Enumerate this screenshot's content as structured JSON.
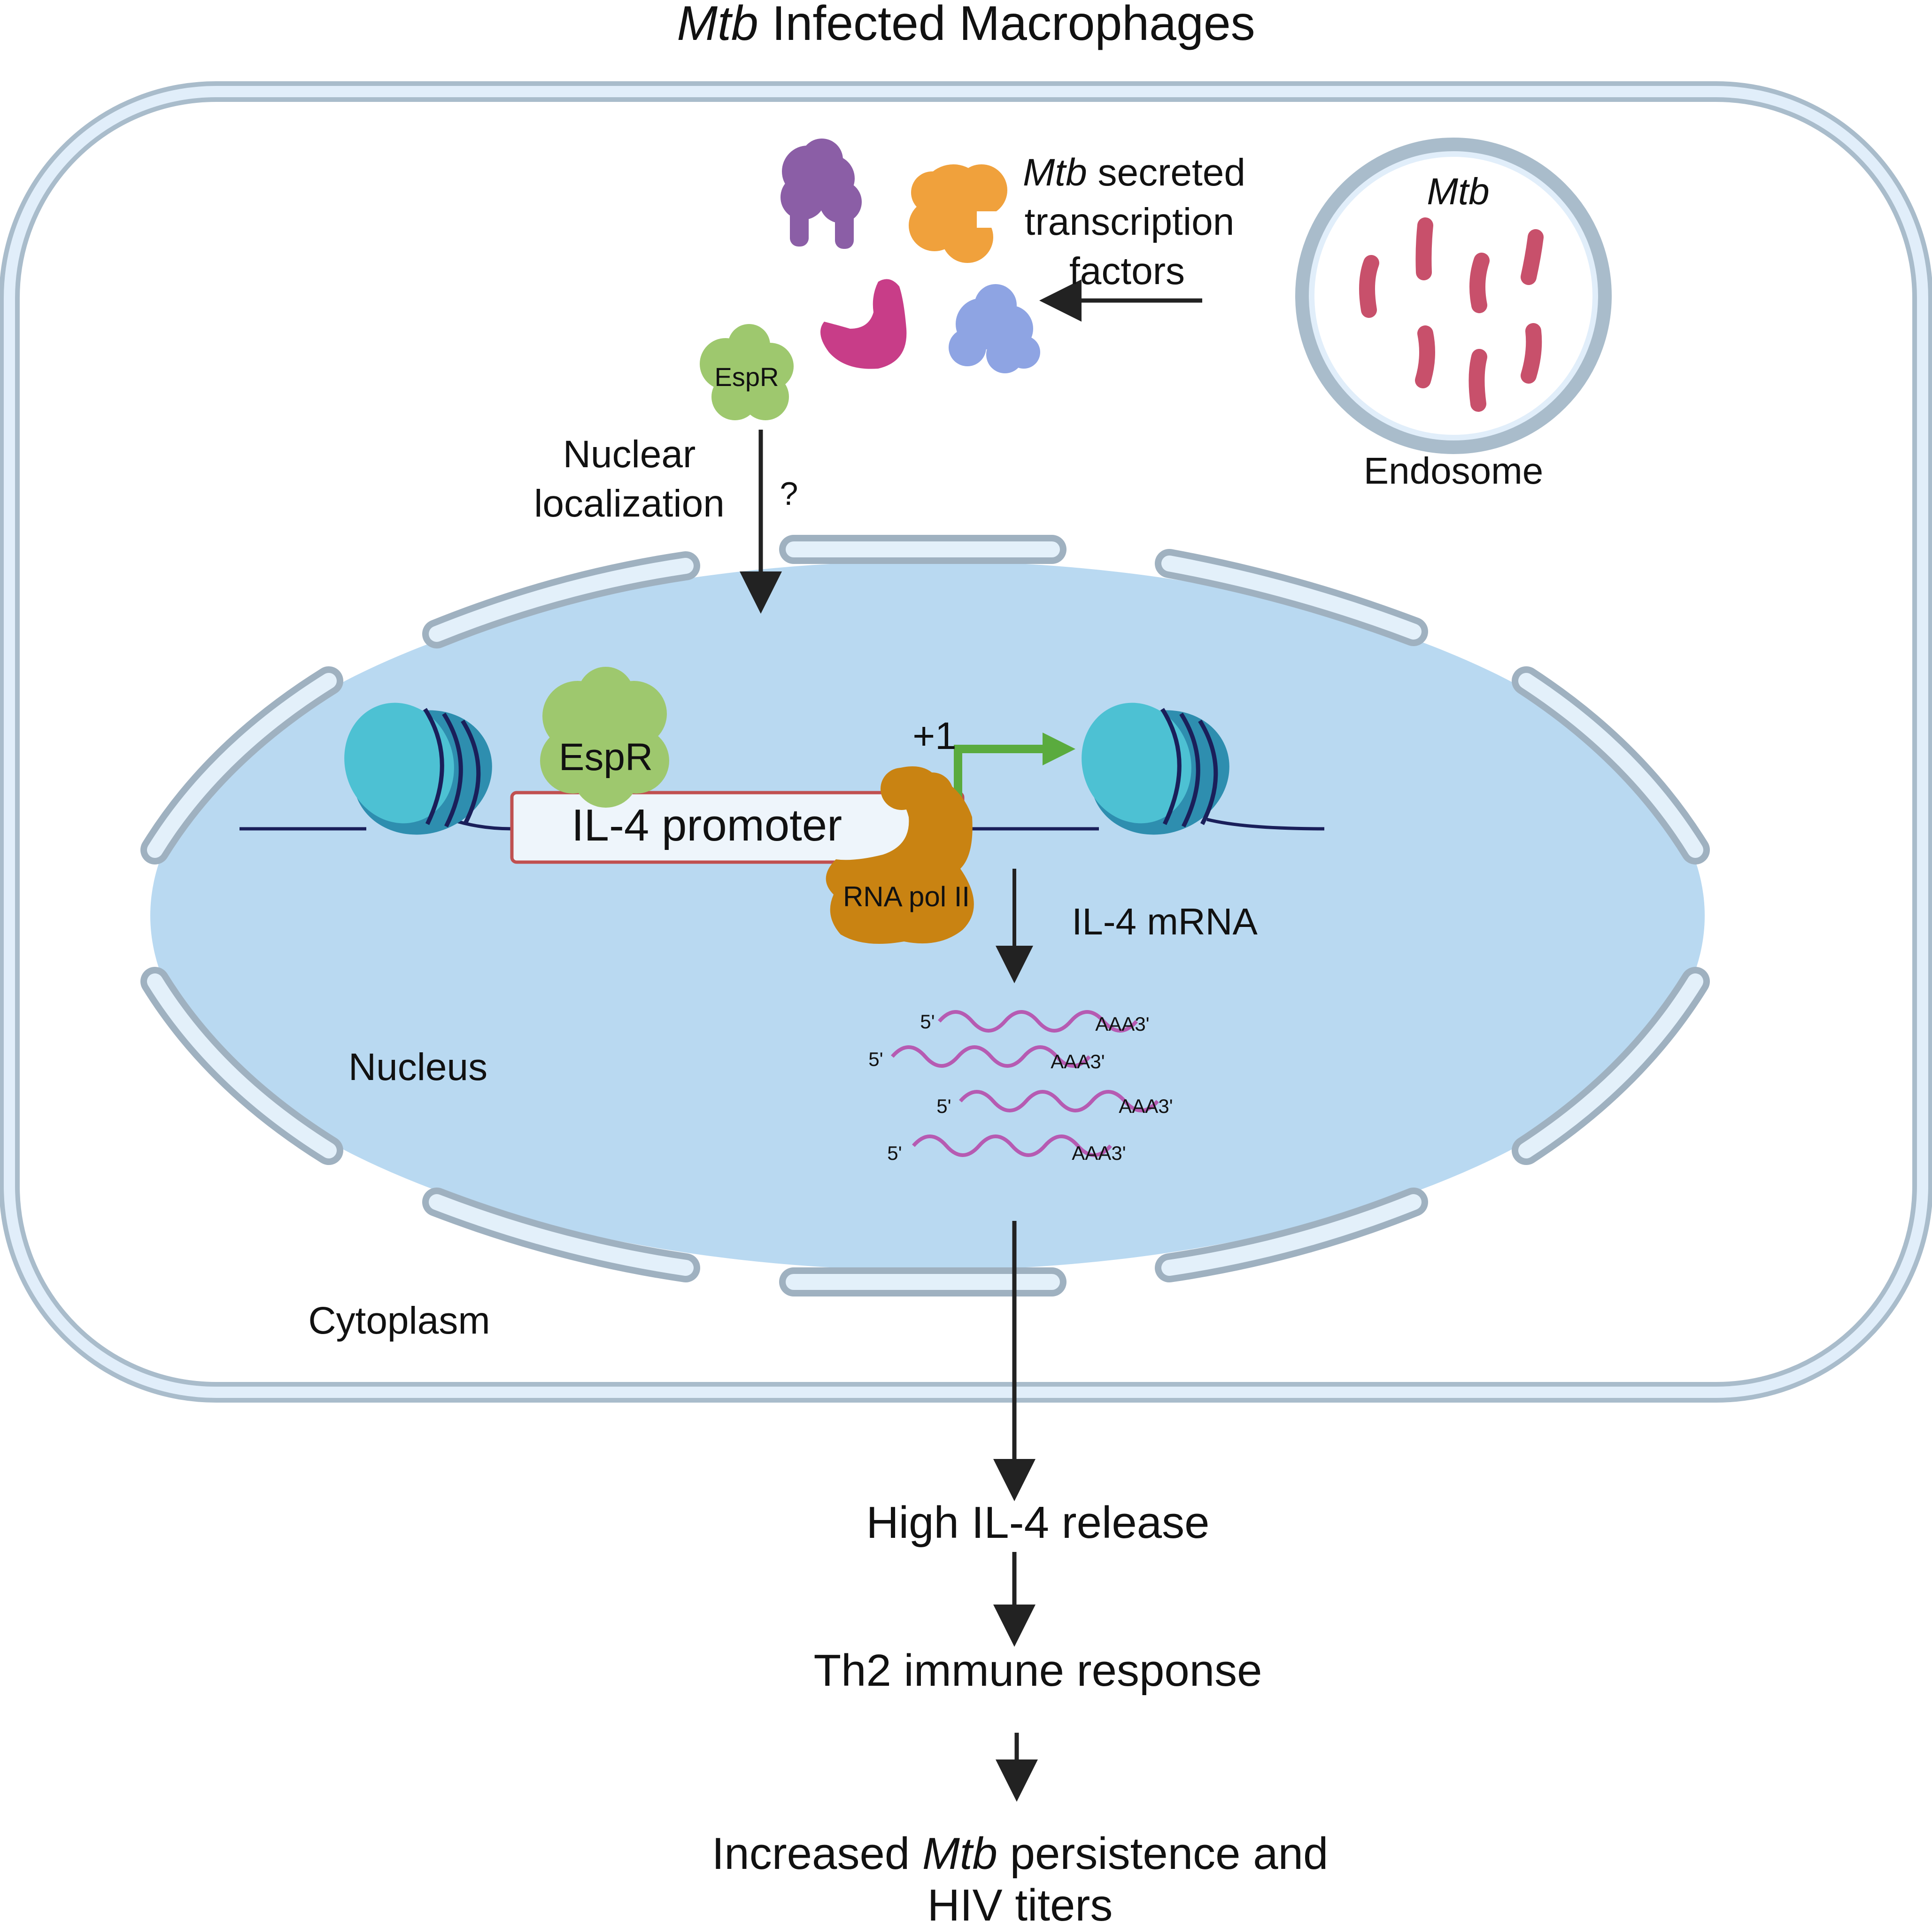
{
  "title": {
    "italic": "Mtb",
    "rest": " Infected Macrophages"
  },
  "secreted_label": {
    "line1_italic": "Mtb",
    "line1_rest": " secreted",
    "line2": "transcription",
    "line3": "factors"
  },
  "endosome": {
    "mtb_label": "Mtb",
    "label": "Endosome"
  },
  "espr_small": "EspR",
  "nuclear_localization": {
    "line1": "Nuclear",
    "line2": "localization",
    "question": "?"
  },
  "nucleus_label": "Nucleus",
  "cytoplasm_label": "Cytoplasm",
  "promoter_label": "IL-4 promoter",
  "espr_large": "EspR",
  "tss_label": "+1",
  "rna_pol_label": "RNA pol II",
  "mrna_label": "IL-4 mRNA",
  "mrna_ends": [
    {
      "five": "5'",
      "three": "AAA3'"
    },
    {
      "five": "5'",
      "three": "AAA3'"
    },
    {
      "five": "5'",
      "three": "AAA3'"
    },
    {
      "five": "5'",
      "three": "AAA3'"
    }
  ],
  "outcomes": {
    "step1": "High IL-4 release",
    "step2": "Th2 immune response",
    "step3": {
      "pre": "Increased ",
      "italic": "Mtb",
      "post": " persistence and",
      "line2": "HIV titers"
    }
  },
  "colors": {
    "membrane": "#9fb3c3",
    "membrane_fill": "#e3f0fa",
    "nucleus": "#b9d9f1",
    "espr": "#9ec86e",
    "rna_pol": "#c98312",
    "arrow_green": "#5aab3e",
    "nucleosome": "#3ab3c9",
    "mrna": "#b65bb2",
    "mtb": "#c8506b",
    "protein_purple": "#8b5ea6",
    "protein_orange": "#f0a13c",
    "protein_magenta": "#c83d88",
    "protein_blue": "#8ea4e3",
    "promoter_border": "#c05050"
  }
}
